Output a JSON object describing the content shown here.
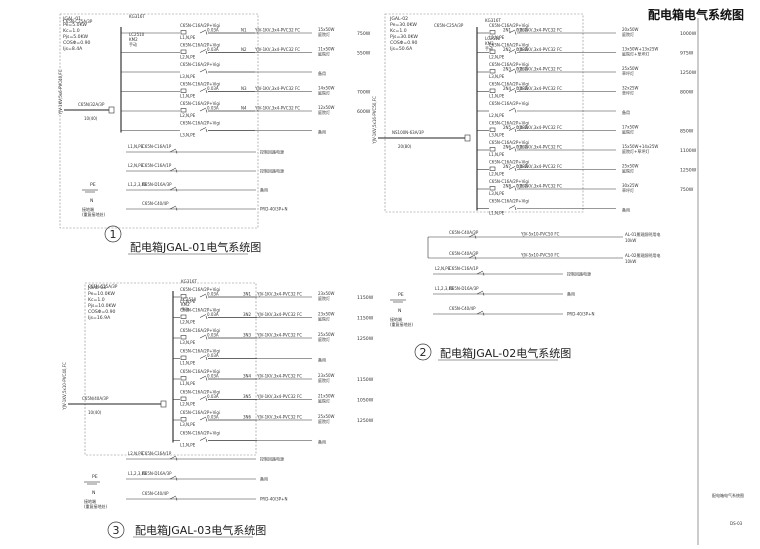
{
  "sheet": {
    "title": "配电箱电气系统图",
    "side_note": "配电箱电气系统图",
    "sheet_no": "DS-03"
  },
  "panels": [
    {
      "id": "p1",
      "caption_no": "1",
      "caption": "配电箱JGAL-01电气系统图",
      "info": [
        "JGAL-01",
        "Pe=5.0KW",
        "Kc=1.0",
        "Pjs=5.0KW",
        "COSΦ=0.90",
        "Ijs=8.4A"
      ],
      "feeder_cable": "YJV-1KV,5x6-PVC40,FC",
      "incomer": [
        "C65N/32A/3P",
        "10(40)"
      ],
      "contactor": [
        "KG316T",
        "C65N-C25A/3P",
        "LC2510",
        "KM2",
        "手动"
      ],
      "branches": [
        {
          "breaker": "C65N-C16A/2P+Vigi",
          "sens": "0.03A",
          "phase": "L1,N,PE",
          "circuit": "N1",
          "cable": "YJV-1KV,3x4-PVC32 FC",
          "load": "15x50W",
          "load2": "庭院灯",
          "power": "750W"
        },
        {
          "breaker": "C65N-C16A/2P+Vigi",
          "sens": "0.03A",
          "phase": "L2,N,PE",
          "circuit": "N2",
          "cable": "YJV-1KV,3x4-PVC32 FC",
          "load": "11x50W",
          "load2": "庭院灯",
          "power": "550W"
        },
        {
          "breaker": "C65N-C16A/2P+Vigi",
          "sens": "",
          "phase": "L3,N,PE",
          "circuit": "",
          "cable": "",
          "load": "备用",
          "load2": "",
          "power": ""
        },
        {
          "breaker": "C65N-C16A/2P+Vigi",
          "sens": "0.03A",
          "phase": "L1,N,PE",
          "circuit": "N3",
          "cable": "YJV-1KV,3x4-PVC32 FC",
          "load": "14x50W",
          "load2": "庭院灯",
          "power": "700W"
        },
        {
          "breaker": "C65N-C16A/2P+Vigi",
          "sens": "0.03A",
          "phase": "L2,N,PE",
          "circuit": "N4",
          "cable": "YJV-1KV,3x4-PVC32 FC",
          "load": "12x50W",
          "load2": "庭院灯",
          "power": "600W"
        },
        {
          "breaker": "C65N-C16A/2P+Vigi",
          "sens": "",
          "phase": "L3,N,PE",
          "circuit": "",
          "cable": "",
          "load": "备用",
          "load2": "",
          "power": ""
        }
      ],
      "aux": [
        {
          "breaker": "C65N-C16A/1P",
          "phase": "L1,N,PE",
          "load": "控制回路电源"
        },
        {
          "breaker": "C65N-C16A/1P",
          "phase": "L2,N,PE",
          "load": "控制回路电源"
        },
        {
          "breaker": "C65N-D16A/3P",
          "phase": "L1,2,3,PE",
          "load": "备用"
        },
        {
          "breaker": "C65N-C40/4P",
          "phase": "",
          "load": "PRD-40/3P+N"
        }
      ],
      "pe_label": "PE",
      "n_label": "N",
      "ground_note": [
        "接地端",
        "(重复接地处)"
      ]
    },
    {
      "id": "p2",
      "caption_no": "2",
      "caption": "配电箱JGAL-02电气系统图",
      "info": [
        "JGAL-02",
        "Pe=30.0KW",
        "Kc=1.0",
        "Pjs=30.0KW",
        "COSΦ=0.90",
        "Ijs=50.6A"
      ],
      "feeder_cable": "YJV-1KV,5x16-PVC50,FC",
      "incomer": [
        "NS100N-63A/3P",
        "20(80)"
      ],
      "contactor": [
        "KG316T",
        "C65N-C25A/3P",
        "LC2510",
        "KM2",
        "手动"
      ],
      "branches": [
        {
          "breaker": "C65N-C16A/2P+Vigi",
          "sens": "0.03A",
          "phase": "L1,N,PE",
          "circuit": "2N1",
          "cable": "YJV-1KV,3x4-PVC32 FC",
          "load": "20x50W",
          "load2": "庭院灯",
          "power": "1000W"
        },
        {
          "breaker": "C65N-C16A/2P+Vigi",
          "sens": "0.03A",
          "phase": "L2,N,PE",
          "circuit": "2N2",
          "cable": "YJV-1KV,3x4-PVC32 FC",
          "load": "13x50W+13x25W",
          "load2": "庭院灯+草坪灯",
          "power": "975W"
        },
        {
          "breaker": "C65N-C16A/2P+Vigi",
          "sens": "0.03A",
          "phase": "L3,N,PE",
          "circuit": "2N3",
          "cable": "YJV-1KV,3x4-PVC32 FC",
          "load": "25x50W",
          "load2": "草坪灯",
          "power": "1250W"
        },
        {
          "breaker": "C65N-C16A/2P+Vigi",
          "sens": "0.03A",
          "phase": "L1,N,PE",
          "circuit": "2N4",
          "cable": "YJV-1KV,3x4-PVC32 FC",
          "load": "32x25W",
          "load2": "草坪灯",
          "power": "800W"
        },
        {
          "breaker": "C65N-C16A/2P+Vigi",
          "sens": "",
          "phase": "L2,N,PE",
          "circuit": "",
          "cable": "",
          "load": "备用",
          "load2": "",
          "power": ""
        },
        {
          "breaker": "C65N-C16A/2P+Vigi",
          "sens": "0.03A",
          "phase": "L3,N,PE",
          "circuit": "2N5",
          "cable": "YJV-1KV,3x4-PVC32 FC",
          "load": "17x50W",
          "load2": "庭院灯",
          "power": "850W"
        },
        {
          "breaker": "C65N-C16A/2P+Vigi",
          "sens": "0.03A",
          "phase": "L1,N,PE",
          "circuit": "2N6",
          "cable": "YJV-1KV,3x4-PVC32 FC",
          "load": "15x50W+14x25W",
          "load2": "庭院灯+草坪灯",
          "power": "1100W"
        },
        {
          "breaker": "C65N-C16A/2P+Vigi",
          "sens": "0.03A",
          "phase": "L2,N,PE",
          "circuit": "2N7",
          "cable": "YJV-1KV,3x4-PVC32 FC",
          "load": "25x50W",
          "load2": "庭院灯",
          "power": "1250W"
        },
        {
          "breaker": "C65N-C16A/2P+Vigi",
          "sens": "0.03A",
          "phase": "L3,N,PE",
          "circuit": "2N8",
          "cable": "YJV-1KV,3x4-PVC32 FC",
          "load": "30x25W",
          "load2": "草坪灯",
          "power": "750W"
        },
        {
          "breaker": "C65N-C16A/2P+Vigi",
          "sens": "",
          "phase": "L1,N,PE",
          "circuit": "",
          "cable": "",
          "load": "备用",
          "load2": "",
          "power": ""
        }
      ],
      "extra": [
        {
          "breaker": "C65N-C40A/3P",
          "cable": "YJV-5x10-PVC50 FC",
          "load": "AL-01景观照明用电",
          "power": "10kW"
        },
        {
          "breaker": "C65N-C40A/3P",
          "cable": "YJV-5x10-PVC50 FC",
          "load": "AL-02景观照明用电",
          "power": "10kW"
        }
      ],
      "aux": [
        {
          "breaker": "C65N-C16A/1P",
          "phase": "L2,N,PE",
          "load": "控制回路电源"
        },
        {
          "breaker": "C65N-D16A/3P",
          "phase": "L1,2,3,PE",
          "load": "备用"
        },
        {
          "breaker": "C65N-C40/4P",
          "phase": "",
          "load": "PRD-40/3P+N"
        }
      ],
      "pe_label": "PE",
      "n_label": "N",
      "ground_note": [
        "接地端",
        "(重复接地处)"
      ]
    },
    {
      "id": "p3",
      "caption_no": "3",
      "caption": "配电箱JGAL-03电气系统图",
      "info": [
        "JGAL-03",
        "Pe=10.0KW",
        "Kc=1.0",
        "Pjs=10.0KW",
        "COSΦ=0.90",
        "Ijs=16.9A"
      ],
      "feeder_cable": "YJV-1KV,5x10-PVC40,FC",
      "incomer": [
        "C65N/40A/3P",
        "10(40)"
      ],
      "contactor": [
        "KG316T",
        "C65N-C25A/3P",
        "LC2510",
        "KM2",
        "手动"
      ],
      "branches": [
        {
          "breaker": "C65N-C16A/2P+Vigi",
          "sens": "0.03A",
          "phase": "L1,N,PE",
          "circuit": "3N1",
          "cable": "YJV-1KV,3x4-PVC32 FC",
          "load": "23x50W",
          "load2": "庭院灯",
          "power": "1150W"
        },
        {
          "breaker": "C65N-C16A/2P+Vigi",
          "sens": "0.03A",
          "phase": "L2,N,PE",
          "circuit": "3N2",
          "cable": "YJV-1KV,3x4-PVC32 FC",
          "load": "23x50W",
          "load2": "庭院灯",
          "power": "1150W"
        },
        {
          "breaker": "C65N-C16A/2P+Vigi",
          "sens": "0.03A",
          "phase": "L3,N,PE",
          "circuit": "3N3",
          "cable": "YJV-1KV,3x4-PVC32 FC",
          "load": "25x50W",
          "load2": "庭院灯",
          "power": "1250W"
        },
        {
          "breaker": "C65N-C16A/2P+Vigi",
          "sens": "0.03A",
          "phase": "L1,N,PE",
          "circuit": "",
          "cable": "",
          "load": "备用",
          "load2": "",
          "power": ""
        },
        {
          "breaker": "C65N-C16A/2P+Vigi",
          "sens": "0.03A",
          "phase": "L1,N,PE",
          "circuit": "3N4",
          "cable": "YJV-1KV,3x4-PVC32 FC",
          "load": "23x50W",
          "load2": "庭院灯",
          "power": "1150W"
        },
        {
          "breaker": "C65N-C16A/2P+Vigi",
          "sens": "0.03A",
          "phase": "L2,N,PE",
          "circuit": "3N5",
          "cable": "YJV-1KV,3x4-PVC32 FC",
          "load": "21x50W",
          "load2": "庭院灯",
          "power": "1050W"
        },
        {
          "breaker": "C65N-C16A/2P+Vigi",
          "sens": "0.03A",
          "phase": "L3,N,PE",
          "circuit": "3N6",
          "cable": "YJV-1KV,3x4-PVC32 FC",
          "load": "25x50W",
          "load2": "庭院灯",
          "power": "1250W"
        },
        {
          "breaker": "C65N-C16A/2P+Vigi",
          "sens": "",
          "phase": "L1,N,PE",
          "circuit": "",
          "cable": "",
          "load": "备用",
          "load2": "",
          "power": ""
        }
      ],
      "aux": [
        {
          "breaker": "C65N-C16A/1P",
          "phase": "L2,N,PE",
          "load": "控制回路电源"
        },
        {
          "breaker": "C65N-D16A/3P",
          "phase": "L1,2,3,PE",
          "load": "备用"
        },
        {
          "breaker": "C65N-C40/4P",
          "phase": "",
          "load": "PRD-40/3P+N"
        }
      ],
      "pe_label": "PE",
      "n_label": "N",
      "ground_note": [
        "接地端",
        "(重复接地处)"
      ]
    }
  ]
}
